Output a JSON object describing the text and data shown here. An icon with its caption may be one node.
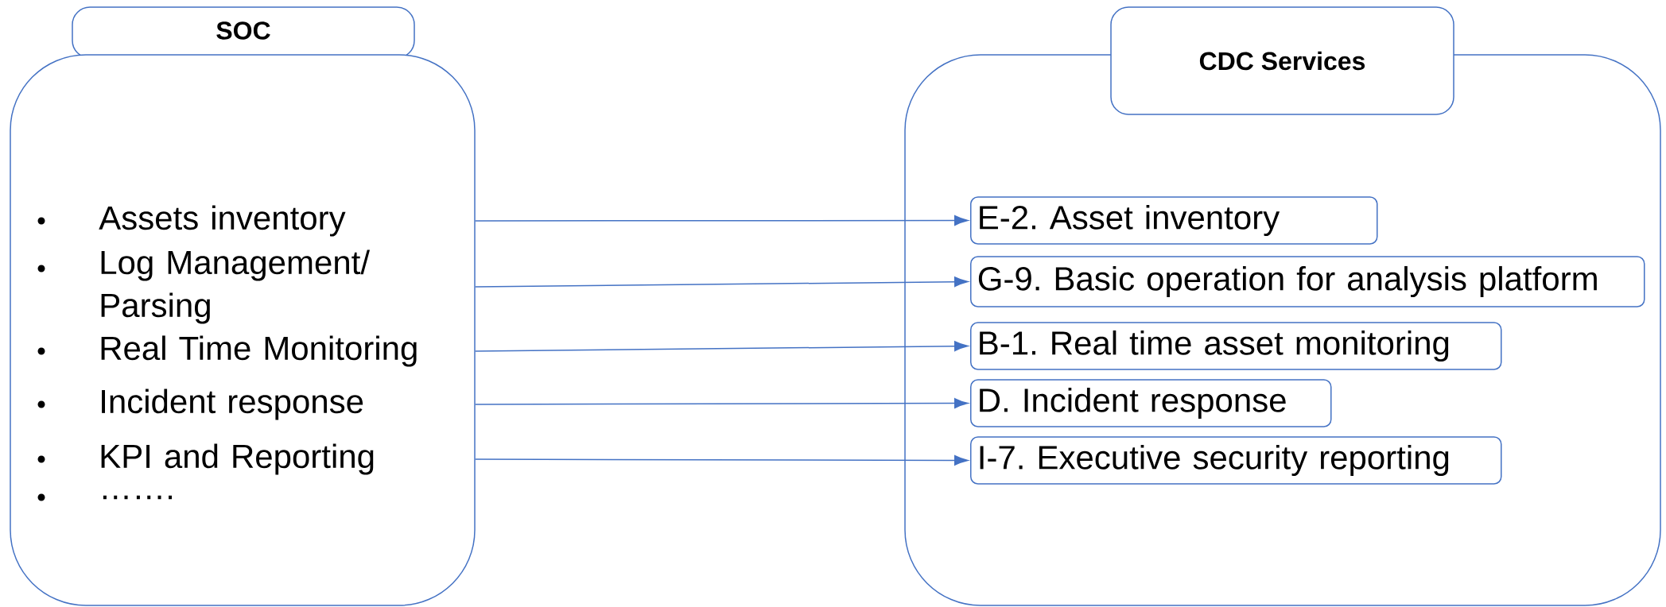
{
  "diagram": {
    "nodes": [
      {
        "text": [
          "SOC"
        ]
      },
      {
        "text": [],
        "shape": "box"
      },
      {
        "text": [
          "Assets inventory"
        ],
        "in": 1
      },
      {
        "text": [
          "Log Management/ Parsing"
        ],
        "in": 1
      },
      {
        "text": [
          "Real Time Monitoring"
        ],
        "in": 1
      },
      {
        "text": [
          "Incident response"
        ],
        "in": 1
      },
      {
        "text": [
          "KPI and Reporting"
        ],
        "in": 1
      },
      {
        "text": [
          "……."
        ],
        "in": 1
      },
      {
        "text": [
          "CDC Services"
        ]
      },
      {
        "text": [],
        "shape": "box"
      },
      {
        "text": [
          "E-2. Asset inventory"
        ],
        "in": 9
      },
      {
        "text": [
          "G-9. Basic operation for analysis platform"
        ],
        "in": 9
      },
      {
        "text": [
          "B-1. Real time asset monitoring"
        ],
        "in": 9
      },
      {
        "text": [
          "D. Incident response"
        ],
        "in": 9
      },
      {
        "text": [
          "I-7. Executive security reporting"
        ],
        "in": 9
      }
    ],
    "edges": [
      {
        "from": 1,
        "to": 10,
        "arrow": "to"
      },
      {
        "from": 1,
        "to": 11,
        "arrow": "to"
      },
      {
        "from": 1,
        "to": 12,
        "arrow": "to"
      },
      {
        "from": 1,
        "to": 13,
        "arrow": "to"
      },
      {
        "from": 1,
        "to": 14,
        "arrow": "to"
      }
    ]
  }
}
